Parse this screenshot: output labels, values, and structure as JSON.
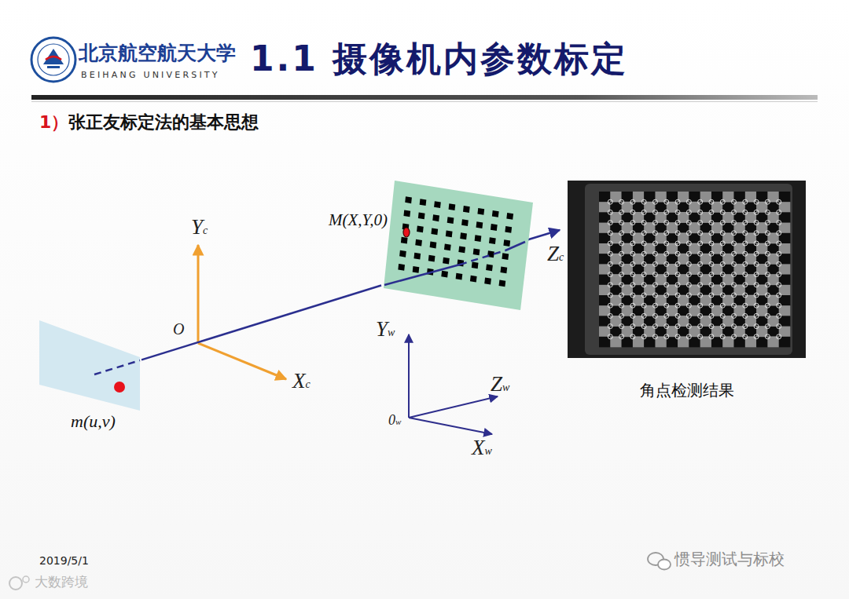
{
  "diagram": {
    "title": "1.1 摄像机内参数标定",
    "nodes": [
      {
        "text": [
          "m(u,v)"
        ]
      },
      {
        "text": [
          "M(X,Y,0)"
        ]
      },
      {
        "text": [
          "角点检测结果"
        ]
      }
    ],
    "edges": [
      {
        "from": 0,
        "to": 1,
        "arrow": "none"
      }
    ],
    "labels": [
      "北京航空航天大学",
      "BEIHANG UNIVERSITY",
      "1）张正友标定法的基本思想",
      "Yc",
      "O",
      "Xc",
      "Zc",
      "Yw",
      "Zw",
      "0w",
      "Xw",
      "2019/5/1",
      "惯导测试与标校",
      "大数跨境"
    ]
  }
}
